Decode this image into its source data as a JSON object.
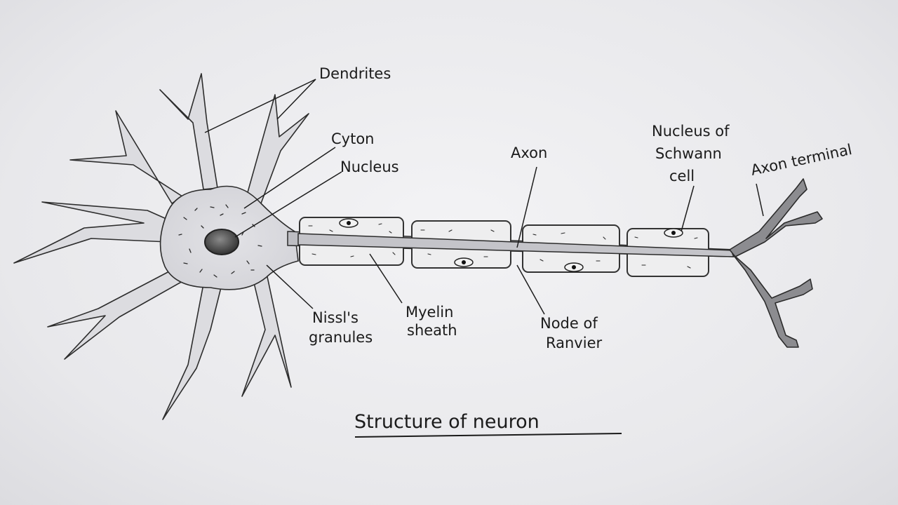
{
  "diagram": {
    "title": "Structure of neuron",
    "labels": {
      "dendrites": "Dendrites",
      "cyton": "Cyton",
      "nucleus": "Nucleus",
      "axon": "Axon",
      "nucleus_of_schwann_cell": [
        "Nucleus of",
        "Schwann",
        "cell"
      ],
      "axon_terminal": "Axon terminal",
      "nissls_granules": [
        "Nissl's",
        "granules"
      ],
      "myelin_sheath": [
        "Myelin",
        "sheath"
      ],
      "node_of_ranvier": [
        "Node of",
        "Ranvier"
      ]
    },
    "colors": {
      "ink": "#2a2a2a",
      "paper": "#efeff1",
      "cell_shading": "#d8d8dc"
    }
  }
}
